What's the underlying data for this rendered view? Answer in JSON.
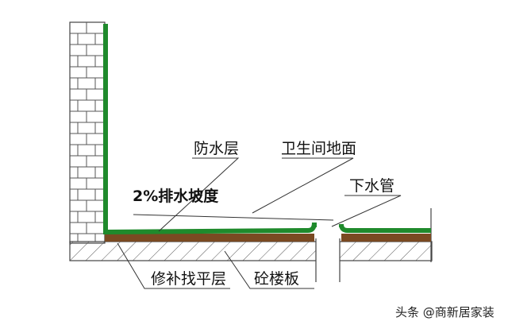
{
  "labels": {
    "waterproof_layer": "防水层",
    "bathroom_floor": "卫生间地面",
    "drain_pipe": "下水管",
    "slope": "2%排水坡度",
    "leveling_layer": "修补找平层",
    "concrete_slab": "砼楼板"
  },
  "watermark": "头条 @商新居家装",
  "colors": {
    "waterproof_green": "#1f8a2c",
    "leveling_brown": "#7a4a22",
    "line": "#333333",
    "background": "#ffffff"
  }
}
